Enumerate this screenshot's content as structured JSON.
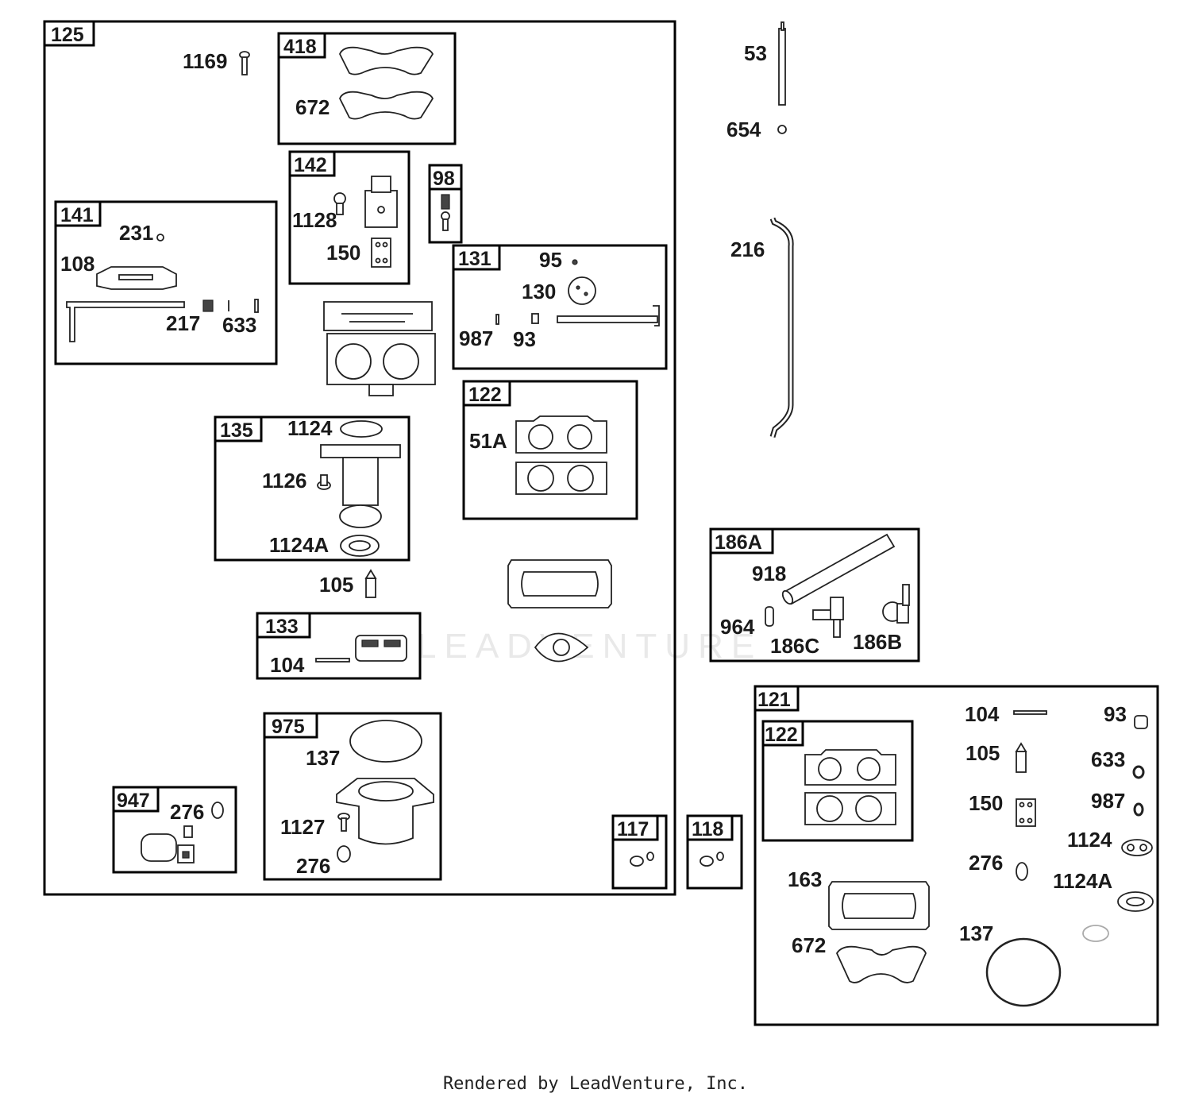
{
  "footer": "Rendered by LeadVenture, Inc.",
  "watermark": "LEADVENTURE",
  "groups": {
    "g125": "125",
    "g418": "418",
    "g142": "142",
    "g98": "98",
    "g141": "141",
    "g131": "131",
    "g122a": "122",
    "g135": "135",
    "g133": "133",
    "g975": "975",
    "g947": "947",
    "g117": "117",
    "g118": "118",
    "g186A": "186A",
    "g121": "121",
    "g122b": "122"
  },
  "parts": {
    "p1169": "1169",
    "p672a": "672",
    "p1128": "1128",
    "p150a": "150",
    "p231": "231",
    "p108": "108",
    "p217": "217",
    "p633a": "633",
    "p95": "95",
    "p130": "130",
    "p987a": "987",
    "p93a": "93",
    "p51A": "51A",
    "p1124a": "1124",
    "p1126": "1126",
    "p1124Aa": "1124A",
    "p105a": "105",
    "p104a": "104",
    "p137a": "137",
    "p1127": "1127",
    "p276a": "276",
    "p276b": "276",
    "p53": "53",
    "p654": "654",
    "p216": "216",
    "p918": "918",
    "p964": "964",
    "p186C": "186C",
    "p186B": "186B",
    "p104b": "104",
    "p93b": "93",
    "p105b": "105",
    "p633b": "633",
    "p150b": "150",
    "p987b": "987",
    "p1124b": "1124",
    "p276c": "276",
    "p1124Ab": "1124A",
    "p163": "163",
    "p672b": "672",
    "p137b": "137"
  }
}
